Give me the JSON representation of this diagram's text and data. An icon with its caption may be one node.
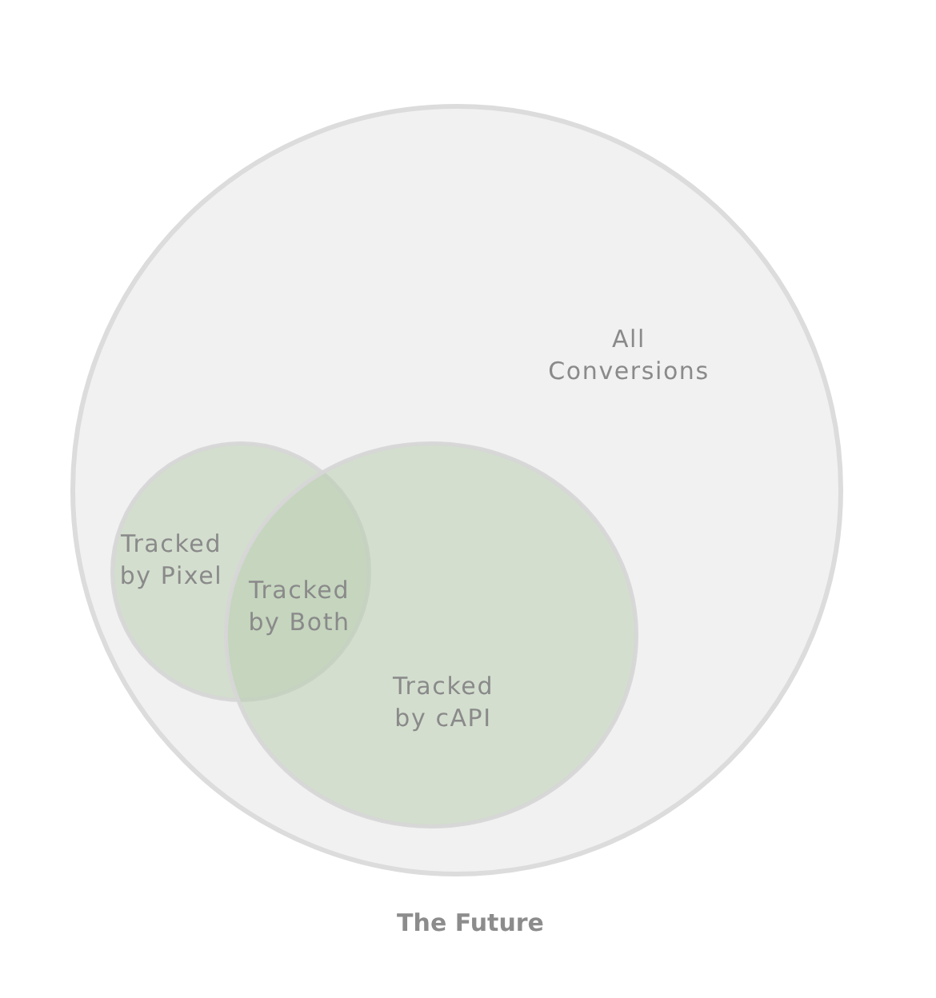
{
  "diagram": {
    "caption": "The Future",
    "nodes": [
      {
        "text": [
          "All Conversions"
        ]
      },
      {
        "text": [
          "Tracked by Pixel"
        ],
        "in": 0
      },
      {
        "text": [
          "Tracked by cAPI"
        ],
        "in": 0
      }
    ],
    "labels": [
      "Tracked by Both"
    ]
  }
}
